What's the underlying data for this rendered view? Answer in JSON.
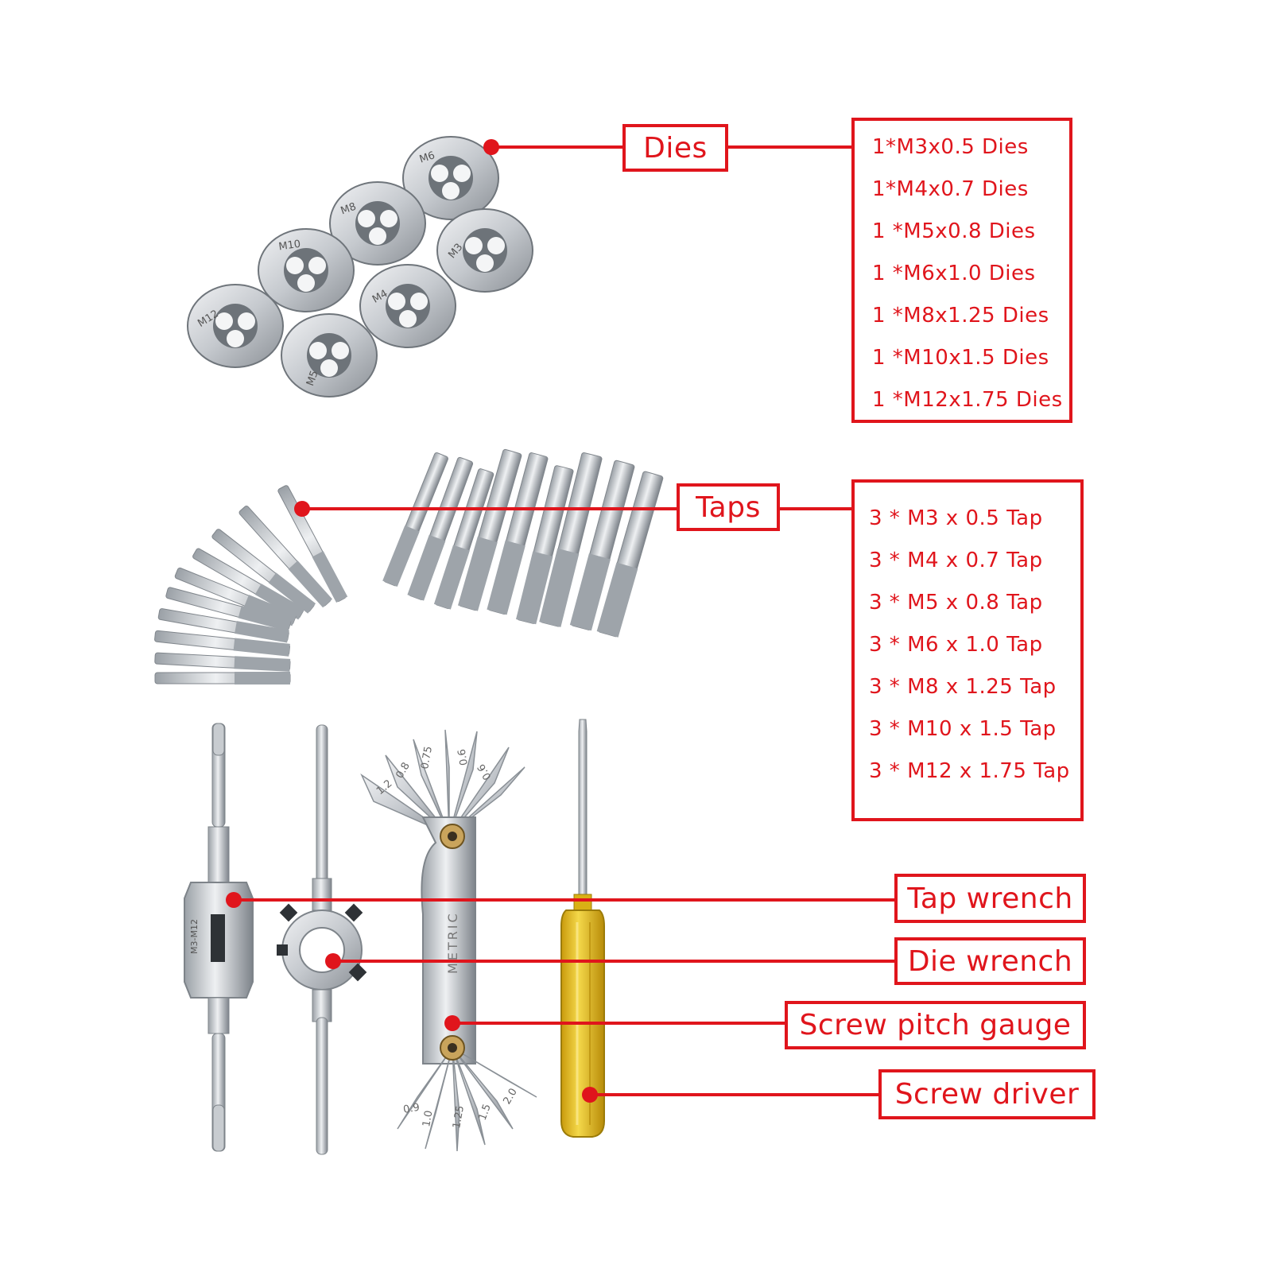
{
  "labels": {
    "dies": "Dies",
    "taps": "Taps",
    "tap_wrench": "Tap wrench",
    "die_wrench": "Die wrench",
    "screw_pitch_gauge": "Screw pitch gauge",
    "screw_driver": "Screw driver"
  },
  "dies_list": [
    "1*M3x0.5 Dies",
    "1*M4x0.7 Dies",
    "1 *M5x0.8 Dies",
    "1 *M6x1.0 Dies",
    "1 *M8x1.25 Dies",
    "1 *M10x1.5 Dies",
    "1 *M12x1.75 Dies"
  ],
  "taps_list": [
    "3 * M3 x 0.5 Tap",
    "3 * M4 x 0.7 Tap",
    "3 * M5 x 0.8 Tap",
    "3 * M6 x 1.0 Tap",
    "3 * M8 x 1.25 Tap",
    "3 * M10 x 1.5 Tap",
    "3 * M12 x 1.75 Tap"
  ],
  "die_markings": [
    "M6",
    "M8",
    "M10",
    "M12",
    "M3",
    "M4",
    "M5"
  ],
  "gauge_text": {
    "brand": "METRIC",
    "top_leaves": [
      "1.2",
      "0.8",
      "0.75",
      "0.6",
      "0.6"
    ],
    "bottom_leaves": [
      "0.9",
      "1.0",
      "1.25",
      "1.5",
      "2.0"
    ]
  },
  "wrench_marking": "M3-M12",
  "colors": {
    "accent": "#e0151c",
    "steel_light": "#e4e6e8",
    "steel_dark": "#8b9096",
    "driver_handle": "#e8c21a"
  }
}
